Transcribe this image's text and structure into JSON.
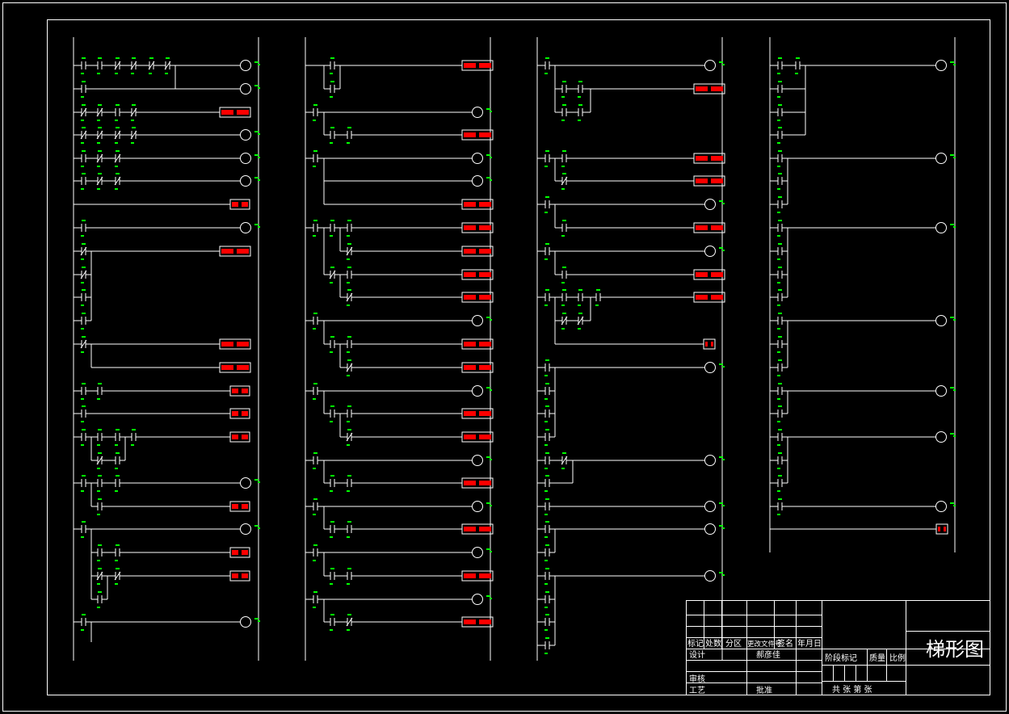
{
  "title_block": {
    "drawing_title": "梯形图",
    "header_row": [
      "标记",
      "处数",
      "分区",
      "更改文件号",
      "签名",
      "年月日"
    ],
    "design_label": "设计",
    "designer": "郝彦佳",
    "review_label": "审核",
    "process_label": "工艺",
    "approve_label": "批准",
    "stage_mark_label": "阶段标记",
    "weight_label": "质量",
    "scale_label": "比例",
    "sheets_label": "共 张 第 张"
  },
  "colors": {
    "background": "#000000",
    "line": "#ffffff",
    "label": "#00ff00",
    "output_box": "#ff0000"
  }
}
